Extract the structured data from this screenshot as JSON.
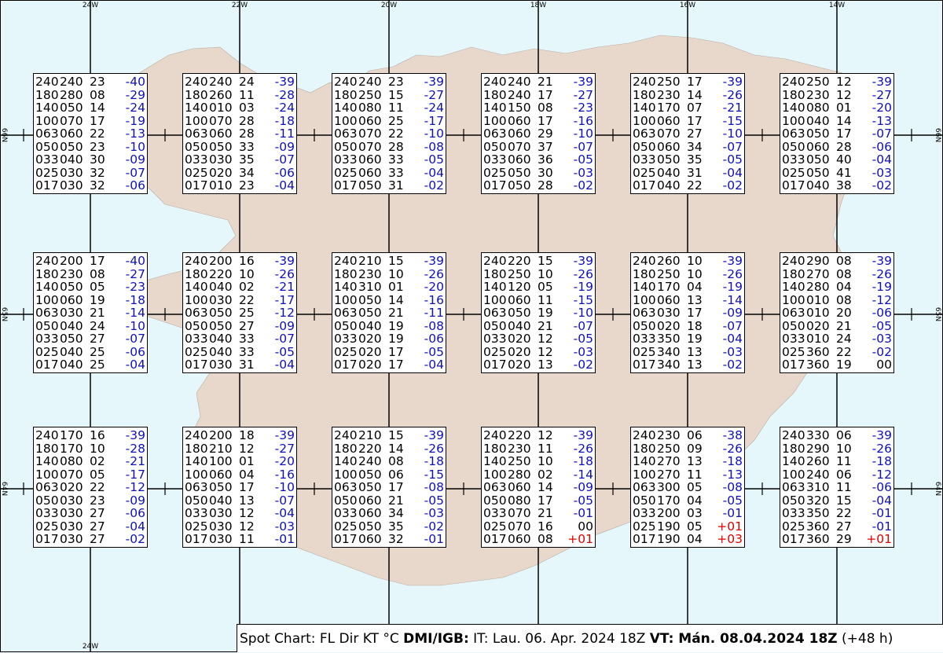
{
  "lon_labels": [
    "24W",
    "22W",
    "20W",
    "18W",
    "16W",
    "14W"
  ],
  "lat_labels": [
    "66N",
    "65N",
    "64N"
  ],
  "footer": {
    "part1": "Spot Chart: FL Dir KT °C ",
    "part2": "DMI/IGB:",
    "part3": " IT: Lau. 06. Apr. 2024 18Z ",
    "part4": "VT: Mán. 08.04.2024 18Z",
    "part5": " (+48 h)"
  },
  "colors": {
    "negative": "#1010b8",
    "positive": "#e00000",
    "land": "#e8d8cc",
    "sea": "#e6f7fb"
  },
  "boxes": [
    [
      [
        [
          "240",
          "240",
          "23",
          "-40"
        ],
        [
          "180",
          "280",
          "08",
          "-29"
        ],
        [
          "140",
          "050",
          "14",
          "-24"
        ],
        [
          "100",
          "070",
          "17",
          "-19"
        ],
        [
          "063",
          "060",
          "22",
          "-13"
        ],
        [
          "050",
          "050",
          "23",
          "-10"
        ],
        [
          "033",
          "040",
          "30",
          "-09"
        ],
        [
          "025",
          "030",
          "32",
          "-07"
        ],
        [
          "017",
          "030",
          "32",
          "-06"
        ]
      ],
      [
        [
          "240",
          "240",
          "24",
          "-39"
        ],
        [
          "180",
          "260",
          "11",
          "-28"
        ],
        [
          "140",
          "010",
          "03",
          "-24"
        ],
        [
          "100",
          "070",
          "28",
          "-18"
        ],
        [
          "063",
          "060",
          "28",
          "-11"
        ],
        [
          "050",
          "050",
          "33",
          "-09"
        ],
        [
          "033",
          "030",
          "35",
          "-07"
        ],
        [
          "025",
          "020",
          "34",
          "-06"
        ],
        [
          "017",
          "010",
          "23",
          "-04"
        ]
      ],
      [
        [
          "240",
          "240",
          "23",
          "-39"
        ],
        [
          "180",
          "250",
          "15",
          "-27"
        ],
        [
          "140",
          "080",
          "11",
          "-24"
        ],
        [
          "100",
          "060",
          "25",
          "-17"
        ],
        [
          "063",
          "070",
          "22",
          "-10"
        ],
        [
          "050",
          "070",
          "28",
          "-08"
        ],
        [
          "033",
          "060",
          "33",
          "-05"
        ],
        [
          "025",
          "060",
          "33",
          "-04"
        ],
        [
          "017",
          "050",
          "31",
          "-02"
        ]
      ],
      [
        [
          "240",
          "240",
          "21",
          "-39"
        ],
        [
          "180",
          "240",
          "17",
          "-27"
        ],
        [
          "140",
          "150",
          "08",
          "-23"
        ],
        [
          "100",
          "060",
          "17",
          "-16"
        ],
        [
          "063",
          "060",
          "29",
          "-10"
        ],
        [
          "050",
          "070",
          "37",
          "-07"
        ],
        [
          "033",
          "060",
          "36",
          "-05"
        ],
        [
          "025",
          "050",
          "30",
          "-03"
        ],
        [
          "017",
          "050",
          "28",
          "-02"
        ]
      ],
      [
        [
          "240",
          "250",
          "17",
          "-39"
        ],
        [
          "180",
          "230",
          "14",
          "-26"
        ],
        [
          "140",
          "170",
          "07",
          "-21"
        ],
        [
          "100",
          "060",
          "17",
          "-15"
        ],
        [
          "063",
          "070",
          "27",
          "-10"
        ],
        [
          "050",
          "060",
          "34",
          "-07"
        ],
        [
          "033",
          "050",
          "35",
          "-05"
        ],
        [
          "025",
          "040",
          "31",
          "-04"
        ],
        [
          "017",
          "040",
          "22",
          "-02"
        ]
      ],
      [
        [
          "240",
          "250",
          "12",
          "-39"
        ],
        [
          "180",
          "230",
          "12",
          "-27"
        ],
        [
          "140",
          "080",
          "01",
          "-20"
        ],
        [
          "100",
          "040",
          "14",
          "-13"
        ],
        [
          "063",
          "050",
          "17",
          "-07"
        ],
        [
          "050",
          "060",
          "28",
          "-06"
        ],
        [
          "033",
          "050",
          "40",
          "-04"
        ],
        [
          "025",
          "050",
          "41",
          "-03"
        ],
        [
          "017",
          "040",
          "38",
          "-02"
        ]
      ]
    ],
    [
      [
        [
          "240",
          "200",
          "17",
          "-40"
        ],
        [
          "180",
          "230",
          "08",
          "-27"
        ],
        [
          "140",
          "050",
          "05",
          "-23"
        ],
        [
          "100",
          "060",
          "19",
          "-18"
        ],
        [
          "063",
          "030",
          "21",
          "-14"
        ],
        [
          "050",
          "040",
          "24",
          "-10"
        ],
        [
          "033",
          "050",
          "27",
          "-07"
        ],
        [
          "025",
          "040",
          "25",
          "-06"
        ],
        [
          "017",
          "040",
          "25",
          "-04"
        ]
      ],
      [
        [
          "240",
          "200",
          "16",
          "-39"
        ],
        [
          "180",
          "220",
          "10",
          "-26"
        ],
        [
          "140",
          "040",
          "02",
          "-21"
        ],
        [
          "100",
          "030",
          "22",
          "-17"
        ],
        [
          "063",
          "050",
          "25",
          "-12"
        ],
        [
          "050",
          "050",
          "27",
          "-09"
        ],
        [
          "033",
          "040",
          "33",
          "-07"
        ],
        [
          "025",
          "040",
          "33",
          "-05"
        ],
        [
          "017",
          "030",
          "31",
          "-04"
        ]
      ],
      [
        [
          "240",
          "210",
          "15",
          "-39"
        ],
        [
          "180",
          "230",
          "10",
          "-26"
        ],
        [
          "140",
          "310",
          "01",
          "-20"
        ],
        [
          "100",
          "050",
          "14",
          "-16"
        ],
        [
          "063",
          "050",
          "21",
          "-11"
        ],
        [
          "050",
          "040",
          "19",
          "-08"
        ],
        [
          "033",
          "020",
          "19",
          "-06"
        ],
        [
          "025",
          "020",
          "17",
          "-05"
        ],
        [
          "017",
          "020",
          "17",
          "-04"
        ]
      ],
      [
        [
          "240",
          "220",
          "15",
          "-39"
        ],
        [
          "180",
          "250",
          "10",
          "-26"
        ],
        [
          "140",
          "120",
          "05",
          "-19"
        ],
        [
          "100",
          "060",
          "11",
          "-15"
        ],
        [
          "063",
          "050",
          "19",
          "-10"
        ],
        [
          "050",
          "040",
          "21",
          "-07"
        ],
        [
          "033",
          "020",
          "12",
          "-05"
        ],
        [
          "025",
          "020",
          "12",
          "-03"
        ],
        [
          "017",
          "020",
          "13",
          "-02"
        ]
      ],
      [
        [
          "240",
          "260",
          "10",
          "-39"
        ],
        [
          "180",
          "250",
          "10",
          "-26"
        ],
        [
          "140",
          "170",
          "04",
          "-19"
        ],
        [
          "100",
          "060",
          "13",
          "-14"
        ],
        [
          "063",
          "030",
          "17",
          "-09"
        ],
        [
          "050",
          "020",
          "18",
          "-07"
        ],
        [
          "033",
          "350",
          "19",
          "-04"
        ],
        [
          "025",
          "340",
          "13",
          "-03"
        ],
        [
          "017",
          "340",
          "13",
          "-02"
        ]
      ],
      [
        [
          "240",
          "290",
          "08",
          "-39"
        ],
        [
          "180",
          "270",
          "08",
          "-26"
        ],
        [
          "140",
          "280",
          "04",
          "-19"
        ],
        [
          "100",
          "010",
          "08",
          "-12"
        ],
        [
          "063",
          "010",
          "20",
          "-06"
        ],
        [
          "050",
          "020",
          "21",
          "-05"
        ],
        [
          "033",
          "010",
          "24",
          "-03"
        ],
        [
          "025",
          "360",
          "22",
          "-02"
        ],
        [
          "017",
          "360",
          "19",
          "00"
        ]
      ]
    ],
    [
      [
        [
          "240",
          "170",
          "16",
          "-39"
        ],
        [
          "180",
          "170",
          "10",
          "-28"
        ],
        [
          "140",
          "080",
          "02",
          "-21"
        ],
        [
          "100",
          "070",
          "05",
          "-17"
        ],
        [
          "063",
          "020",
          "22",
          "-12"
        ],
        [
          "050",
          "030",
          "23",
          "-09"
        ],
        [
          "033",
          "030",
          "27",
          "-06"
        ],
        [
          "025",
          "030",
          "27",
          "-04"
        ],
        [
          "017",
          "030",
          "27",
          "-02"
        ]
      ],
      [
        [
          "240",
          "200",
          "18",
          "-39"
        ],
        [
          "180",
          "210",
          "12",
          "-27"
        ],
        [
          "140",
          "100",
          "01",
          "-20"
        ],
        [
          "100",
          "060",
          "04",
          "-16"
        ],
        [
          "063",
          "050",
          "17",
          "-10"
        ],
        [
          "050",
          "040",
          "13",
          "-07"
        ],
        [
          "033",
          "030",
          "12",
          "-04"
        ],
        [
          "025",
          "030",
          "12",
          "-03"
        ],
        [
          "017",
          "030",
          "11",
          "-01"
        ]
      ],
      [
        [
          "240",
          "210",
          "15",
          "-39"
        ],
        [
          "180",
          "220",
          "14",
          "-26"
        ],
        [
          "140",
          "240",
          "08",
          "-18"
        ],
        [
          "100",
          "050",
          "06",
          "-15"
        ],
        [
          "063",
          "050",
          "17",
          "-08"
        ],
        [
          "050",
          "060",
          "21",
          "-05"
        ],
        [
          "033",
          "060",
          "34",
          "-03"
        ],
        [
          "025",
          "050",
          "35",
          "-02"
        ],
        [
          "017",
          "060",
          "32",
          "-01"
        ]
      ],
      [
        [
          "240",
          "220",
          "12",
          "-39"
        ],
        [
          "180",
          "230",
          "11",
          "-26"
        ],
        [
          "140",
          "250",
          "10",
          "-18"
        ],
        [
          "100",
          "280",
          "02",
          "-14"
        ],
        [
          "063",
          "060",
          "14",
          "-09"
        ],
        [
          "050",
          "080",
          "17",
          "-05"
        ],
        [
          "033",
          "070",
          "21",
          "-01"
        ],
        [
          "025",
          "070",
          "16",
          "00"
        ],
        [
          "017",
          "060",
          "08",
          "+01"
        ]
      ],
      [
        [
          "240",
          "230",
          "06",
          "-38"
        ],
        [
          "180",
          "250",
          "09",
          "-26"
        ],
        [
          "140",
          "270",
          "13",
          "-18"
        ],
        [
          "100",
          "270",
          "11",
          "-13"
        ],
        [
          "063",
          "300",
          "05",
          "-08"
        ],
        [
          "050",
          "170",
          "04",
          "-05"
        ],
        [
          "033",
          "200",
          "03",
          "-01"
        ],
        [
          "025",
          "190",
          "05",
          "+01"
        ],
        [
          "017",
          "190",
          "04",
          "+03"
        ]
      ],
      [
        [
          "240",
          "330",
          "06",
          "-39"
        ],
        [
          "180",
          "290",
          "10",
          "-26"
        ],
        [
          "140",
          "260",
          "11",
          "-18"
        ],
        [
          "100",
          "240",
          "06",
          "-12"
        ],
        [
          "063",
          "310",
          "11",
          "-06"
        ],
        [
          "050",
          "320",
          "15",
          "-04"
        ],
        [
          "033",
          "350",
          "22",
          "-01"
        ],
        [
          "025",
          "360",
          "27",
          "-01"
        ],
        [
          "017",
          "360",
          "29",
          "+01"
        ]
      ]
    ]
  ]
}
